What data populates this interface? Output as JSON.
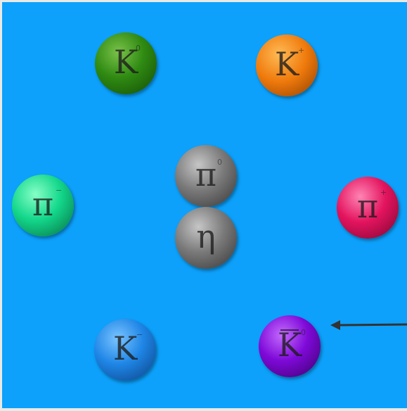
{
  "particles": [
    {
      "name": "k-zero-particle",
      "glyph": "K",
      "sup": "0",
      "bar": false,
      "color": "#2f8a12"
    },
    {
      "name": "k-plus-particle",
      "glyph": "K",
      "sup": "+",
      "bar": false,
      "color": "#ef7a0c"
    },
    {
      "name": "pi-minus-particle",
      "glyph": "π",
      "sup": "−",
      "bar": false,
      "color": "#13d78b"
    },
    {
      "name": "pi-zero-particle",
      "glyph": "π",
      "sup": "0",
      "bar": false,
      "color": "#7a7a7a"
    },
    {
      "name": "eta-particle",
      "glyph": "η",
      "sup": "",
      "bar": false,
      "color": "#7a7a7a"
    },
    {
      "name": "pi-plus-particle",
      "glyph": "π",
      "sup": "+",
      "bar": false,
      "color": "#e3145e"
    },
    {
      "name": "k-minus-particle",
      "glyph": "K",
      "sup": "−",
      "bar": false,
      "color": "#1f86e6"
    },
    {
      "name": "anti-k-zero-particle",
      "glyph": "K",
      "sup": "0",
      "bar": true,
      "color": "#7e09d8"
    }
  ],
  "colors": {
    "background": "#0da1fb",
    "frame": "#e9e9e6",
    "arrow": "#333333"
  }
}
